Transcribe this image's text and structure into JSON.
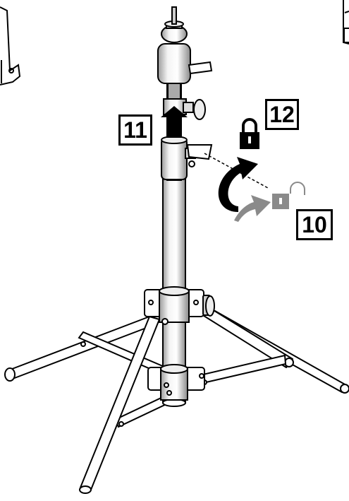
{
  "steps": [
    {
      "id": "step-11",
      "label": "11"
    },
    {
      "id": "step-12",
      "label": "12"
    },
    {
      "id": "step-10",
      "label": "10"
    }
  ],
  "icons": {
    "locked": "padlock-locked-icon",
    "unlocked": "padlock-unlocked-icon",
    "rotate_lock": "curved-arrow-lock-icon",
    "rotate_unlock": "curved-arrow-unlock-icon",
    "raise": "up-arrow-icon"
  },
  "colors": {
    "line": "#000000",
    "fill": "#ffffff",
    "shade": "#cfcfcf",
    "unlock_gray": "#8a8a8a"
  }
}
